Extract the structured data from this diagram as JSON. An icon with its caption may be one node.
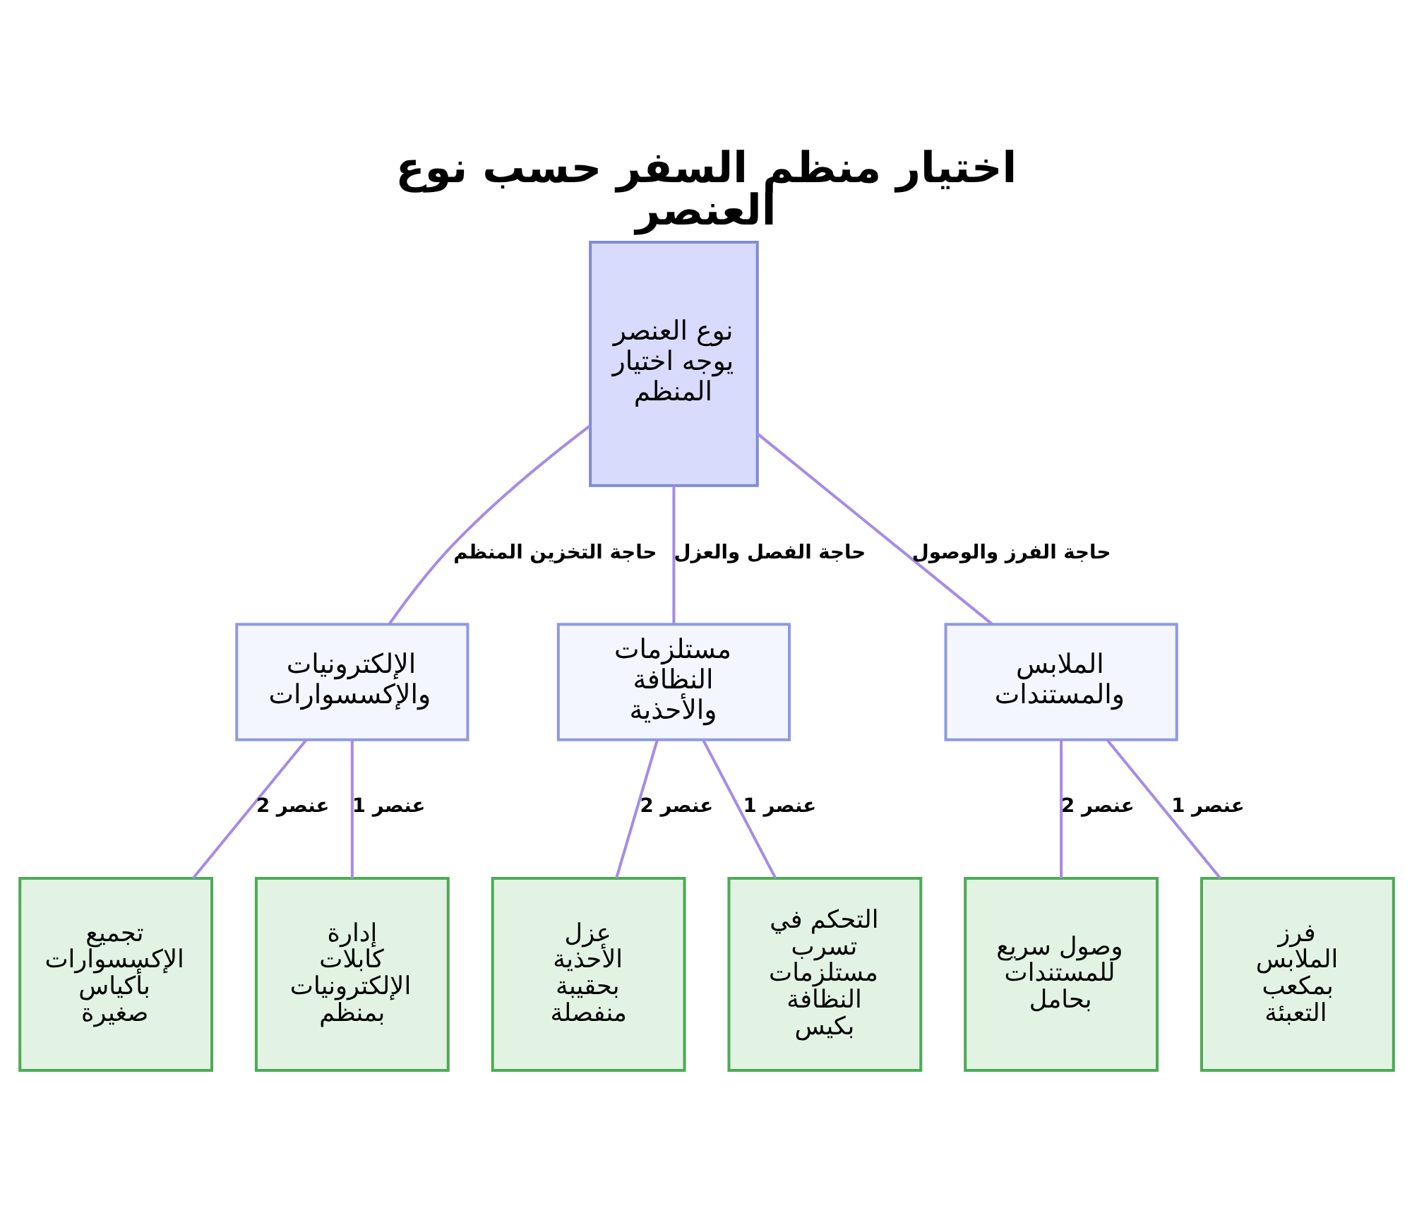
{
  "diagram": {
    "title": "اختيار منظم السفر حسب نوع العنصر",
    "nodes": [
      {
        "text": [
          "نوع العنصر يوجه اختيار المنظم"
        ]
      },
      {
        "text": [
          "الملابس والمستندات"
        ]
      },
      {
        "text": [
          "مستلزمات النظافة والأحذية"
        ]
      },
      {
        "text": [
          "الإلكترونيات والإكسسوارات"
        ]
      },
      {
        "text": [
          "فرز الملابس بمكعب التعبئة"
        ]
      },
      {
        "text": [
          "وصول سريع للمستندات بحامل"
        ]
      },
      {
        "text": [
          "التحكم في تسرب مستلزمات النظافة بكيس"
        ]
      },
      {
        "text": [
          "عزل الأحذية بحقيبة منفصلة"
        ]
      },
      {
        "text": [
          "إدارة كابلات الإلكترونيات بمنظم"
        ]
      },
      {
        "text": [
          "تجميع الإكسسوارات بأكياس صغيرة"
        ]
      }
    ],
    "edges": [
      {
        "from": 0,
        "to": 1,
        "arrow": "none",
        "label": "حاجة الفرز والوصول"
      },
      {
        "from": 0,
        "to": 2,
        "arrow": "none",
        "label": "حاجة الفصل والعزل"
      },
      {
        "from": 0,
        "to": 3,
        "arrow": "none",
        "label": "حاجة التخزين المنظم"
      },
      {
        "from": 1,
        "to": 4,
        "arrow": "none",
        "label": "عنصر 1"
      },
      {
        "from": 1,
        "to": 5,
        "arrow": "none",
        "label": "عنصر 2"
      },
      {
        "from": 2,
        "to": 6,
        "arrow": "none",
        "label": "عنصر 1"
      },
      {
        "from": 2,
        "to": 7,
        "arrow": "none",
        "label": "عنصر 2"
      },
      {
        "from": 3,
        "to": 8,
        "arrow": "none",
        "label": "عنصر 1"
      },
      {
        "from": 3,
        "to": 9,
        "arrow": "none",
        "label": "عنصر 2"
      }
    ]
  }
}
